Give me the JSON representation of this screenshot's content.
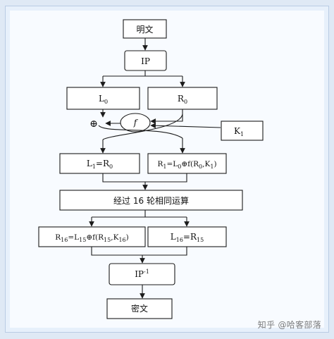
{
  "diagram": {
    "plaintext": "明文",
    "ip": "IP",
    "l0": {
      "base": "L",
      "sub": "0"
    },
    "r0": {
      "base": "R",
      "sub": "0"
    },
    "f": "f",
    "xor": "⊕",
    "k1": {
      "base": "K",
      "sub": "1"
    },
    "l1": {
      "a": "L",
      "a_sub": "1",
      "eq": "=",
      "b": "R",
      "b_sub": "0"
    },
    "r1": {
      "a": "R",
      "a_sub": "1",
      "eq": "=",
      "b": "L",
      "b_sub": "0",
      "op": "⊕",
      "fn": "f(",
      "c": "R",
      "c_sub": "0",
      "comma": ",",
      "d": "K",
      "d_sub": "1",
      "close": ")"
    },
    "rounds": "经过 16 轮相同运算",
    "r16": {
      "a": "R",
      "a_sub": "16",
      "eq": "=",
      "b": "L",
      "b_sub": "15",
      "op": "⊕",
      "fn": "f(",
      "c": "R",
      "c_sub": "15",
      "comma": ",",
      "d": "K",
      "d_sub": "16",
      "close": ")"
    },
    "l16": {
      "a": "L",
      "a_sub": "16",
      "eq": "=",
      "b": "R",
      "b_sub": "15"
    },
    "ip_inv": {
      "base": "IP",
      "sup": "-1"
    },
    "ciphertext": "密文"
  },
  "watermark": "知乎 @哈客部落"
}
